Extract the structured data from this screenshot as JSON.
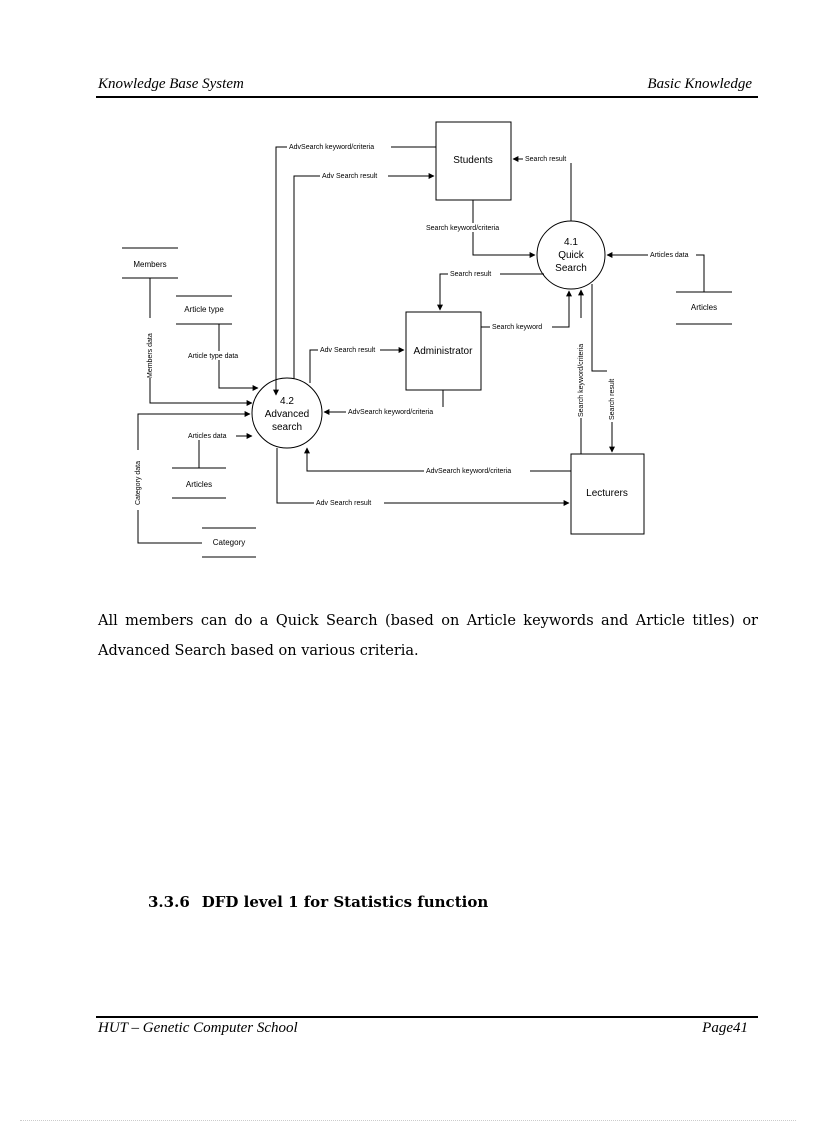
{
  "header": {
    "left": "Knowledge Base System",
    "right": "Basic Knowledge"
  },
  "footer": {
    "left": "HUT – Genetic Computer School",
    "right": "Page41"
  },
  "diagram": {
    "entities": {
      "students": "Students",
      "administrator": "Administrator",
      "lecturers": "Lecturers"
    },
    "processes": {
      "quick_search": {
        "number": "4.1",
        "line1": "Quick",
        "line2": "Search"
      },
      "advanced_search": {
        "number": "4.2",
        "line1": "Advanced",
        "line2": "search"
      }
    },
    "datastores": {
      "members": "Members",
      "article_type": "Article type",
      "articles_left": "Articles",
      "category": "Category",
      "articles_right": "Articles"
    },
    "flows": {
      "adv_kw_students": "AdvSearch keyword/criteria",
      "adv_result_students": "Adv Search result",
      "search_result_students": "Search result",
      "search_kw_students": "Search keyword/criteria",
      "search_result_admin": "Search result",
      "articles_data_quick": "Articles data",
      "search_kw_admin": "Search keyword",
      "adv_result_admin": "Adv Search result",
      "adv_kw_admin": "AdvSearch keyword/criteria",
      "members_data": "Members data",
      "article_type_data": "Article type data",
      "articles_data_adv": "Articles data",
      "category_data": "Category data",
      "adv_kw_lecturers": "AdvSearch keyword/criteria",
      "adv_result_lecturers": "Adv Search result",
      "search_kw_lecturers": "Search keyword/criteria",
      "search_result_lecturers": "Search result"
    }
  },
  "paragraph": "All members can do a Quick Search (based on Article keywords and Article titles) or Advanced Search based on various criteria.",
  "section": {
    "number": "3.3.6",
    "title": "DFD level 1 for Statistics function"
  }
}
